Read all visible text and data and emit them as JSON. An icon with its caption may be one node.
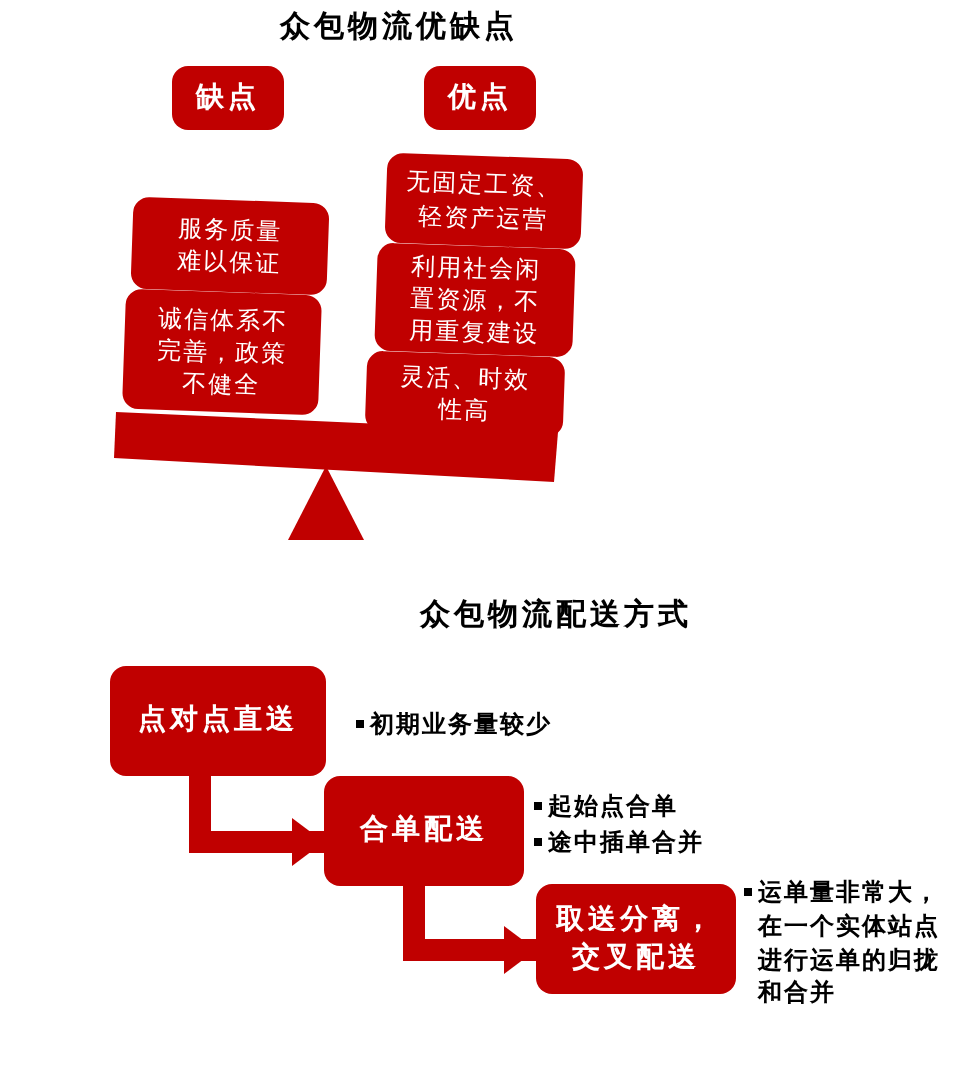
{
  "diagram": {
    "title": "众包物流优缺点",
    "nodes": [
      {
        "text": [
          "缺点"
        ]
      },
      {
        "text": [
          "优点"
        ]
      },
      {
        "text": [
          "服务质量难以保证"
        ]
      },
      {
        "text": [
          "诚信体系不完善，政策不健全"
        ]
      },
      {
        "text": [
          "无固定工资、轻资产运营"
        ]
      },
      {
        "text": [
          "利用社会闲置资源，不用重复建设"
        ]
      },
      {
        "text": [
          "灵活、时效性高"
        ]
      },
      {
        "text": [
          "点对点直送"
        ],
        "beside": [
          "初期业务量较少"
        ]
      },
      {
        "text": [
          "合单配送"
        ],
        "beside": [
          "起始点合单",
          "途中插单合并"
        ]
      },
      {
        "text": [
          "取送分离，交叉配送"
        ],
        "beside": [
          "运单量非常大，在一个实体站点进行运单的归拢和合并"
        ]
      }
    ],
    "edges": [
      {
        "from": 7,
        "to": 8,
        "arrow": "to"
      },
      {
        "from": 8,
        "to": 9,
        "arrow": "to"
      }
    ],
    "labels": [
      "众包物流配送方式"
    ]
  }
}
